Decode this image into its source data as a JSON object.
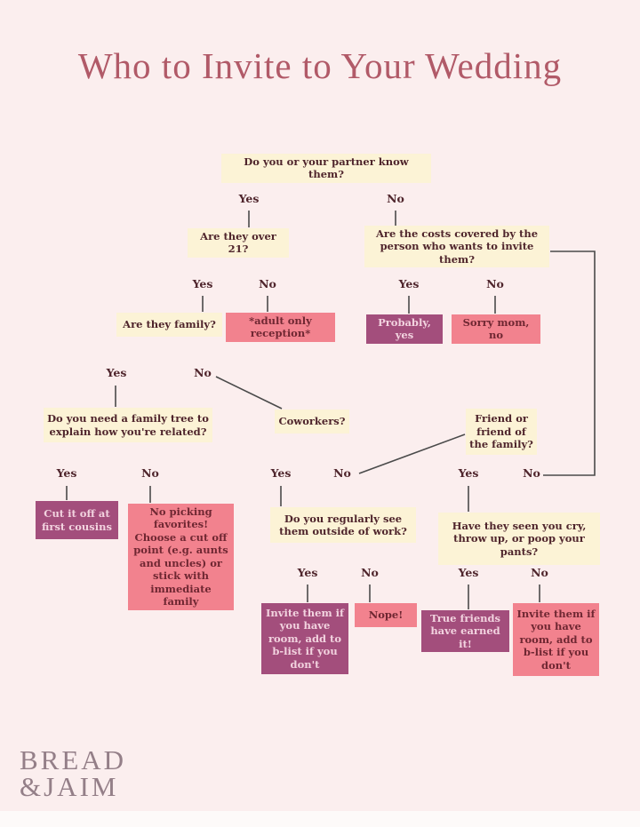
{
  "page": {
    "title": "Who to Invite to Your Wedding",
    "logo_line1": "BREAD",
    "logo_line2": "&JAIM"
  },
  "colors": {
    "background": "#fbeeee",
    "cream_box": "#fcf3d6",
    "pink_box": "#f2828e",
    "purple_box": "#a34e7c",
    "title_text": "#b15a68",
    "question_text": "#4f252c",
    "connector_line": "#4a4a4a",
    "logo_text": "#947f88"
  },
  "labels": {
    "yes": "Yes",
    "no": "No"
  },
  "nodes": {
    "q_know": {
      "label": "Do you or your partner know them?"
    },
    "q_over21": {
      "label": "Are they over 21?"
    },
    "q_costs": {
      "label": "Are the costs covered by the person who wants to invite them?"
    },
    "q_family": {
      "label": "Are they family?"
    },
    "a_adult_only": {
      "label": "*adult only reception*"
    },
    "a_probably_yes": {
      "label": "Probably, yes"
    },
    "a_sorry_mom": {
      "label": "Sorry mom, no"
    },
    "q_family_tree": {
      "label": "Do you need a family tree to explain how you're related?"
    },
    "q_coworkers": {
      "label": "Coworkers?"
    },
    "q_friend": {
      "label": "Friend or friend of the family?"
    },
    "a_first_cousins": {
      "label": "Cut it off at first cousins"
    },
    "a_no_favorites": {
      "label": "No picking favorites! Choose a cut off point (e.g. aunts and uncles) or stick with immediate family"
    },
    "q_outside_work": {
      "label": "Do you regularly see them outside of work?"
    },
    "q_seen_cry": {
      "label": "Have they seen you cry, throw up, or poop your pants?"
    },
    "a_invite_blist_1": {
      "label": "Invite them if you have room, add to b-list if you don't"
    },
    "a_nope": {
      "label": "Nope!"
    },
    "a_true_friends": {
      "label": "True friends have earned it!"
    },
    "a_invite_blist_2": {
      "label": "Invite them if you have room, add to b-list if you don't"
    }
  },
  "edges": [
    {
      "from": "q_know",
      "answer": "Yes",
      "to": "q_over21"
    },
    {
      "from": "q_know",
      "answer": "No",
      "to": "q_costs"
    },
    {
      "from": "q_over21",
      "answer": "Yes",
      "to": "q_family"
    },
    {
      "from": "q_over21",
      "answer": "No",
      "to": "a_adult_only"
    },
    {
      "from": "q_costs",
      "answer": "Yes",
      "to": "a_probably_yes"
    },
    {
      "from": "q_costs",
      "answer": "No",
      "to": "a_sorry_mom"
    },
    {
      "from": "q_family",
      "answer": "Yes",
      "to": "q_family_tree"
    },
    {
      "from": "q_family",
      "answer": "No",
      "to": "q_coworkers"
    },
    {
      "from": "q_family_tree",
      "answer": "Yes",
      "to": "a_first_cousins"
    },
    {
      "from": "q_family_tree",
      "answer": "No",
      "to": "a_no_favorites"
    },
    {
      "from": "q_coworkers",
      "answer": "Yes",
      "to": "q_outside_work"
    },
    {
      "from": "q_coworkers",
      "answer": "No",
      "to": "q_friend"
    },
    {
      "from": "q_friend",
      "answer": "Yes",
      "to": "q_seen_cry"
    },
    {
      "from": "q_friend",
      "answer": "No",
      "to": "q_costs"
    },
    {
      "from": "q_outside_work",
      "answer": "Yes",
      "to": "a_invite_blist_1"
    },
    {
      "from": "q_outside_work",
      "answer": "No",
      "to": "a_nope"
    },
    {
      "from": "q_seen_cry",
      "answer": "Yes",
      "to": "a_true_friends"
    },
    {
      "from": "q_seen_cry",
      "answer": "No",
      "to": "a_invite_blist_2"
    }
  ]
}
